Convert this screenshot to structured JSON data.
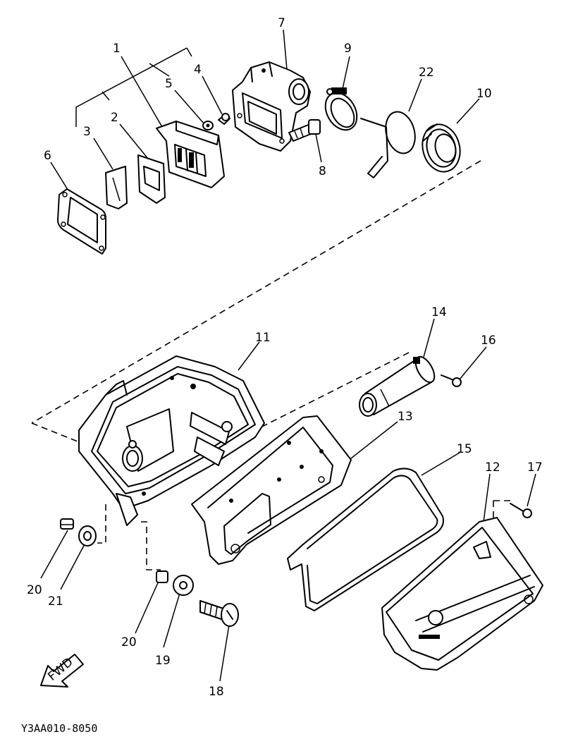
{
  "part_numbers": {
    "n1": "1",
    "n2": "2",
    "n3": "3",
    "n4": "4",
    "n5": "5",
    "n6": "6",
    "n7": "7",
    "n8": "8",
    "n9": "9",
    "n10": "10",
    "n11": "11",
    "n12": "12",
    "n13": "13",
    "n14": "14",
    "n15": "15",
    "n16": "16",
    "n17": "17",
    "n18": "18",
    "n19": "19",
    "n20a": "20",
    "n20b": "20",
    "n21": "21",
    "n22": "22"
  },
  "fwd_label": "FWD",
  "diagram_code": "Y3AA010-8050"
}
